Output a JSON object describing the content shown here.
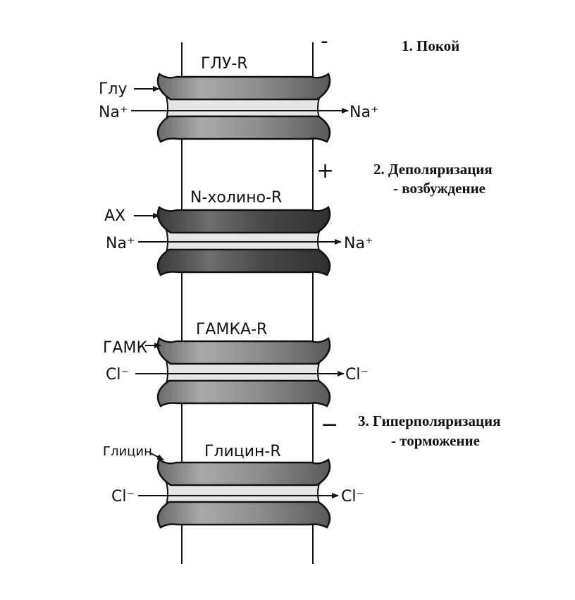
{
  "colors": {
    "ink": "#111111",
    "tube_light": "#e6e6e6",
    "tube_mid": "#8f8f8f",
    "tube_dark": "#3c3c3c"
  },
  "states": [
    {
      "label": "1. Покой",
      "sub": ""
    },
    {
      "label": "2. Деполяризация",
      "sub": "- возбуждение"
    },
    {
      "label": "3. Гиперполяризация",
      "sub": "- торможение"
    }
  ],
  "membrane_signs": {
    "top": "-",
    "middle": "+",
    "bottom": "−"
  },
  "receptors": [
    {
      "name": "ГЛУ-R",
      "ligand": "Глу",
      "ion_in": "Na⁺",
      "ion_out": "Na⁺",
      "shade": "mid"
    },
    {
      "name": "N-холино-R",
      "ligand": "АХ",
      "ion_in": "Na⁺",
      "ion_out": "Na⁺",
      "shade": "dark"
    },
    {
      "name": "ГАМКА-R",
      "ligand": "ГАМК",
      "ion_in": "Cl⁻",
      "ion_out": "Cl⁻",
      "shade": "mid"
    },
    {
      "name": "Глицин-R",
      "ligand": "Глицин",
      "ion_in": "Cl⁻",
      "ion_out": "Cl⁻",
      "shade": "mid"
    }
  ]
}
